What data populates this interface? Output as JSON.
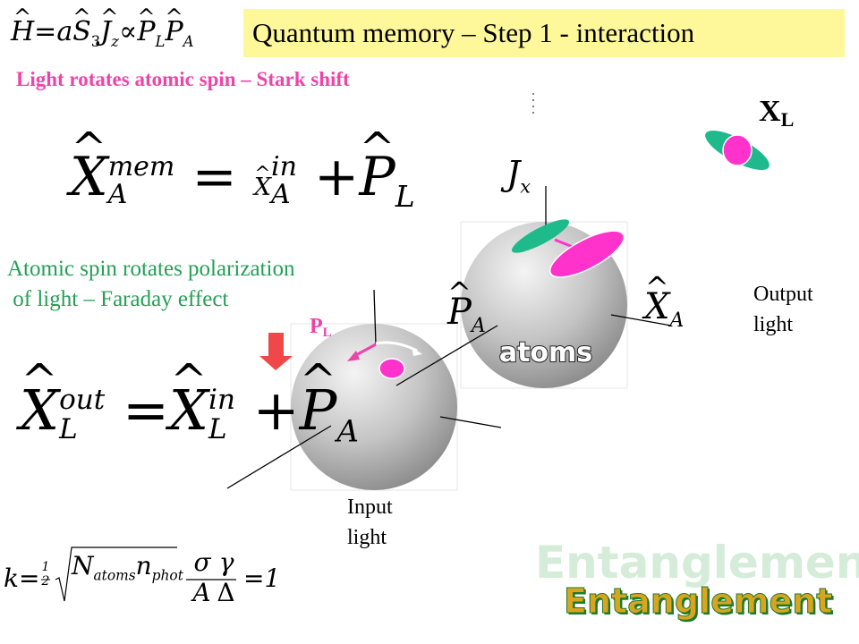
{
  "header": {
    "title": "Quantum memory – Step 1 - interaction",
    "hamiltonian": {
      "lhs": "H",
      "eq": "=",
      "a": "a",
      "S": "S",
      "S_sub": "3",
      "J": "J",
      "J_sub": "z",
      "prop": "∝",
      "P1": "P",
      "P1_sub": "L",
      "P2": "P",
      "P2_sub": "A"
    }
  },
  "section1": {
    "heading": "Light rotates atomic spin – Stark shift",
    "equation": {
      "X": "X",
      "X_sup": "mem",
      "X_sub": "A",
      "eq": "=",
      "X2": "X",
      "X2_sup": "in",
      "X2_sub": "A",
      "plus": "+",
      "P": "P",
      "P_sub": "L"
    }
  },
  "section2": {
    "heading_line1": "Atomic spin rotates polarization",
    "heading_line2": " of light – Faraday effect",
    "equation": {
      "X": "X",
      "X_sup": "out",
      "X_sub": "L",
      "eq": "=",
      "X2": "X",
      "X2_sup": "in",
      "X2_sub": "L",
      "plus": "+",
      "P": "P",
      "P_sub": "A"
    }
  },
  "formula_k": {
    "k": "k",
    "eq": "=",
    "half_num": "1",
    "half_den": "2",
    "N": "N",
    "N_sub": "atoms",
    "n": "n",
    "n_sub": "phot",
    "sigma": "σ",
    "A": "A",
    "gamma": "γ",
    "Delta": "Δ",
    "eq2": "=",
    "one": "1"
  },
  "diagram": {
    "atoms_label": "atoms",
    "jx": {
      "J": "J",
      "sub": "x"
    },
    "pa": {
      "P": "P",
      "sub": "A"
    },
    "xa": {
      "X": "X",
      "sub": "A"
    },
    "xl": {
      "X": "X",
      "sub": "L"
    },
    "pl": {
      "P": "P",
      "sub": "L"
    },
    "output_light": [
      "Output",
      "light"
    ],
    "input_light": [
      "Input",
      "light"
    ]
  },
  "watermark": {
    "ghost": "Entanglement",
    "main": "Entanglement"
  },
  "colors": {
    "title_bg": "#fff89a",
    "pink": "#ee44aa",
    "green_text": "#22a055",
    "teal": "#1fba8c",
    "magenta": "#ff33cc",
    "arrow_red": "#f04848",
    "ent_gold": "#d9a520",
    "ent_green": "#1e7a2c"
  }
}
